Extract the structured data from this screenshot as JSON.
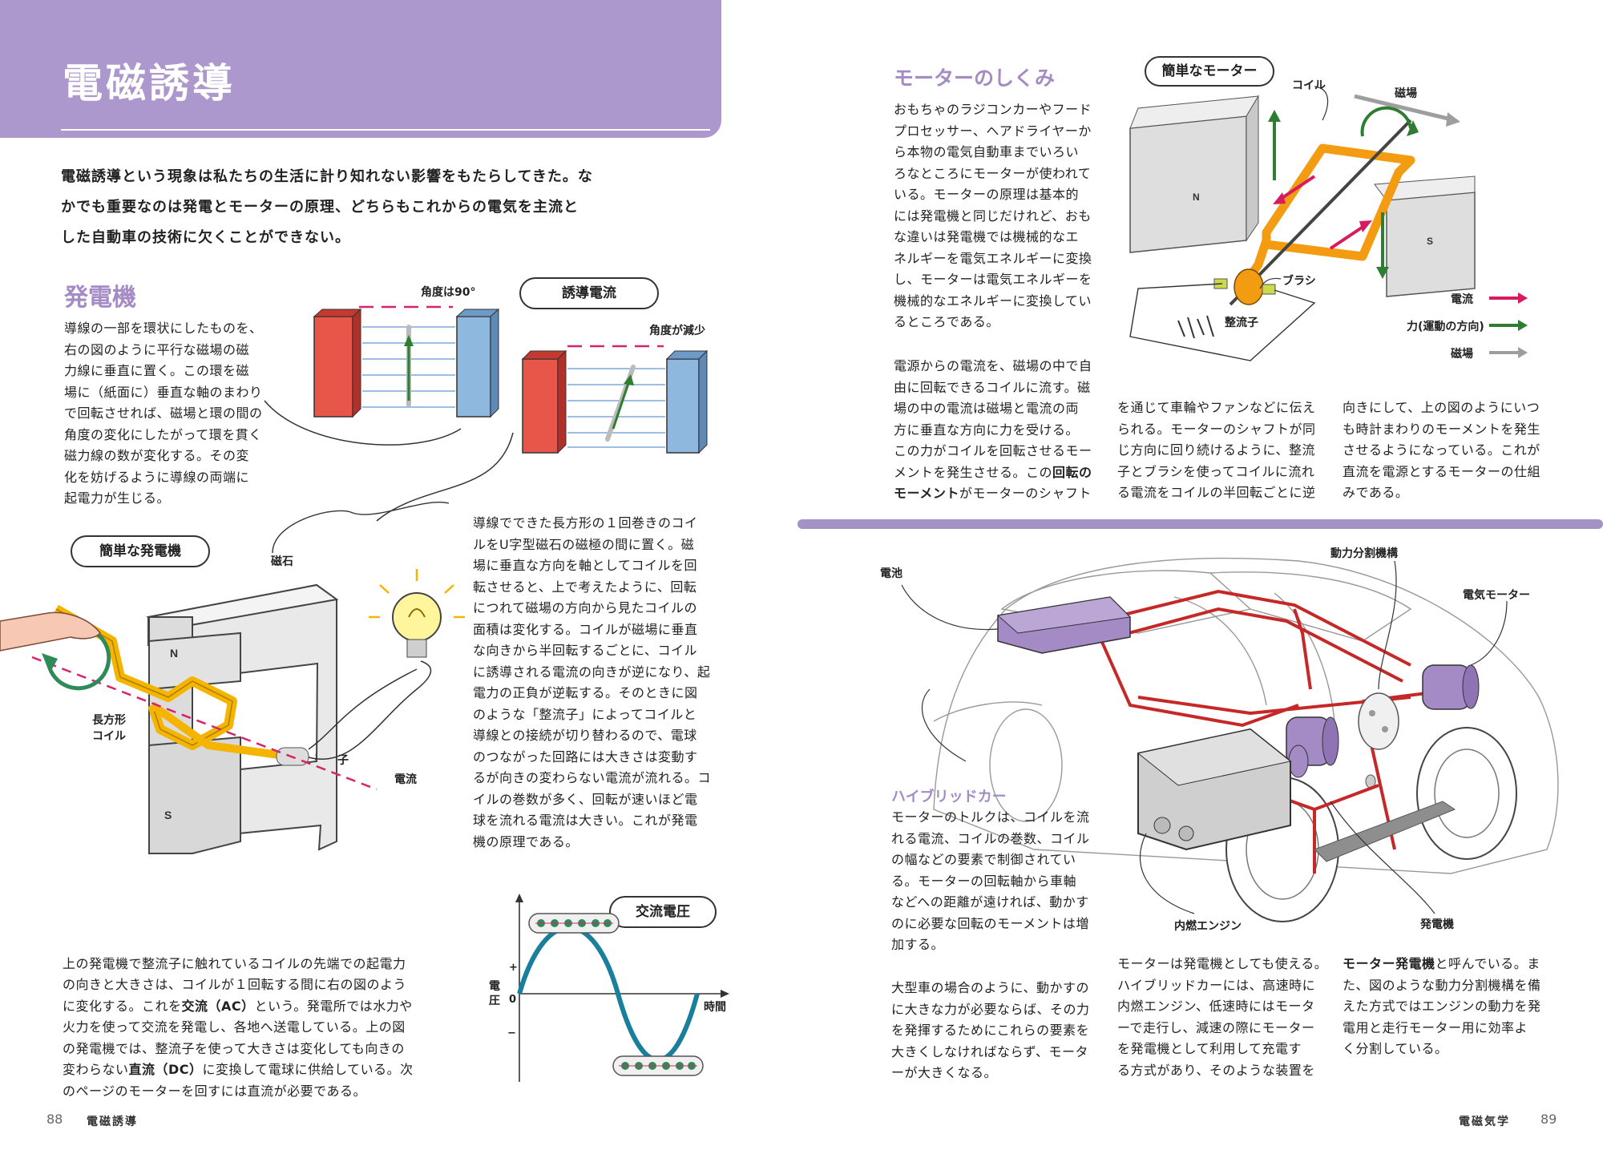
{
  "title": "電磁誘導",
  "intro": "電磁誘導という現象は私たちの生活に計り知れない影響をもたらしてきた。な\nかでも重要なのは発電とモーターの原理、どちらもこれからの電気を主流と\nした自動車の技術に欠くことができない。",
  "generator": {
    "heading": "発電機",
    "text": "導線の一部を環状にしたものを、\n右の図のように平行な磁場の磁\n力線に垂直に置く。この環を磁\n場に（紙面に）垂直な軸のまわり\nで回転させれば、磁場と環の間の\n角度の変化にしたがって環を貫く\n磁力線の数が変化する。その変\n化を妨げるように導線の両端に\n起電力が生じる。",
    "fig_pill": "誘導電流",
    "angle90": "角度は90°",
    "angle_dec": "角度が減少"
  },
  "simple_generator": {
    "pill": "簡単な発電機",
    "magnet": "磁石",
    "coil": "長方形\nコイル",
    "commutator": "整流子",
    "current": "電流",
    "N": "N",
    "S": "S",
    "text": "導線でできた長方形の１回巻きのコイ\nルをU字型磁石の磁極の間に置く。磁\n場に垂直な方向を軸としてコイルを回\n転させると、上で考えたように、回転\nにつれて磁場の方向から見たコイルの\n面積は変化する。コイルが磁場に垂直\nな向きから半回転するごとに、コイル\nに誘導される電流の向きが逆になり、起\n電力の正負が逆転する。そのときに図\nのような「整流子」によってコイルと\n導線との接続が切り替わるので、電球\nのつながった回路には大きさは変動す\nるが向きの変わらない電流が流れる。コ\nイルの巻数が多く、回転が速いほど電\n球を流れる電流は大きい。これが発電\n機の原理である。"
  },
  "ac": {
    "text_a": "上の発電機で整流子に触れているコイルの先端での起電力\nの向きと大きさは、コイルが１回転する間に右の図のよう\nに変化する。これを",
    "ac_term": "交流（AC）",
    "text_b": "という。発電所では水力や\n火力を使って交流を発電し、各地へ送電している。上の図\nの発電機では、整流子を使って大きさは変化しても向きの\n変わらない",
    "dc_term": "直流（DC）",
    "text_c": "に変換して電球に供給している。次\nのページのモーターを回すには直流が必要である。",
    "pill": "交流電圧",
    "y_label": "電圧",
    "x_label": "時間",
    "plus": "+",
    "zero": "0",
    "minus": "−"
  },
  "motor": {
    "heading": "モーターのしくみ",
    "text1": "おもちゃのラジコンカーやフード\nプロセッサー、ヘアドライヤーか\nら本物の電気自動車までいろい\nろなところにモーターが使われて\nいる。モーターの原理は基本的\nには発電機と同じだけれど、おも\nな違いは発電機では機械的なエ\nネルギーを電気エネルギーに変換\nし、モーターは電気エネルギーを\n機械的なエネルギーに変換してい\nるところである。",
    "text2a": "電源からの電流を、磁場の中で自\n由に回転できるコイルに流す。磁\n場の中の電流は磁場と電流の両\n方に垂直な方向に力を受ける。\nこの力がコイルを回転させるモー\nメントを発生させる。この",
    "moment_term": "回転の\nモーメント",
    "text2b": "がモーターのシャフト",
    "text3": "を通じて車輪やファンなどに伝え\nられる。モーターのシャフトが同\nじ方向に回り続けるように、整流\n子とブラシを使ってコイルに流れ\nる電流をコイルの半回転ごとに逆",
    "text4": "向きにして、上の図のようにいつ\nも時計まわりのモーメントを発生\nさせるようになっている。これが\n直流を電源とするモーターの仕組\nみである。",
    "pill": "簡単なモーター",
    "coil": "コイル",
    "field": "磁場",
    "brush": "ブラシ",
    "commutator": "整流子",
    "N": "N",
    "S": "S",
    "legend": [
      {
        "label": "電流",
        "color": "#d81b60"
      },
      {
        "label": "力(運動の方向)",
        "color": "#2e7d32"
      },
      {
        "label": "磁場",
        "color": "#9e9e9e"
      }
    ]
  },
  "hybrid": {
    "battery": "電池",
    "split": "動力分割機構",
    "emotor": "電気モーター",
    "engine": "内燃エンジン",
    "gen": "発電機",
    "heading": "ハイブリッドカー",
    "text1": "モーターのトルクは、コイルを流\nれる電流、コイルの巻数、コイル\nの幅などの要素で制御されてい\nる。モーターの回転軸から車軸\nなどへの距離が遠ければ、動かす\nのに必要な回転のモーメントは増\n加する。",
    "text2": "大型車の場合のように、動かすの\nに大きな力が必要ならば、その力\nを発揮するためにこれらの要素を\n大きくしなければならず、モータ\nーが大きくなる。",
    "text3": "モーターは発電機としても使える。\nハイブリッドカーには、高速時に\n内燃エンジン、低速時にはモータ\nーで走行し、減速の際にモーター\nを発電機として利用して充電す\nる方式があり、そのような装置を",
    "text4_term": "モーター発電機",
    "text4": "と呼んでいる。ま\nた、図のような動力分割機構を備\nえた方式ではエンジンの動力を発\n電用と走行モーター用に効率よ\nく分割している。"
  },
  "footer": {
    "left_num": "88",
    "left_label": "電磁誘導",
    "right_label": "電磁気学",
    "right_num": "89"
  },
  "colors": {
    "accent": "#ac98cc",
    "red_magnet": "#e8564a",
    "blue_magnet": "#8fb8de",
    "coil": "#f4b400",
    "sine": "#1a7f9c"
  }
}
